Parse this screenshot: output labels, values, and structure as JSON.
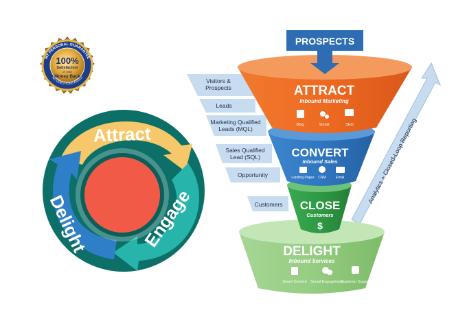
{
  "badge": {
    "arc_text": "MY PERSONAL GUARANTEE",
    "big": "100%",
    "line1": "Satisfaction",
    "line2": "or your",
    "line3": "Money Back",
    "bottom": "NO QUESTIONS ASKED",
    "colors": {
      "gold": "#c9901e",
      "navy": "#1d3f8a"
    }
  },
  "flywheel": {
    "attract": "Attract",
    "engage": "Engage",
    "delight": "Delight",
    "colors": {
      "attract": "#f6c86a",
      "engage": "#27b5ab",
      "delight": "#2e7fc7",
      "hub": "#f15a47",
      "ring": "#0c6f68"
    }
  },
  "funnel": {
    "prospects": "PROSPECTS",
    "attract": {
      "title": "ATTRACT",
      "sub": "Inbound Marketing",
      "icons": [
        "Blog",
        "Social",
        "SEO"
      ]
    },
    "convert": {
      "title": "CONVERT",
      "sub": "Inbound Sales",
      "icons": [
        "Landing Pages",
        "CRM",
        "Email"
      ]
    },
    "close": {
      "title": "CLOSE",
      "sub": "Customers",
      "symbol": "$"
    },
    "delight": {
      "title": "DELIGHT",
      "sub": "Inbound Services",
      "icons": [
        "Smart Content",
        "Social Engagement",
        "Customer Support"
      ]
    },
    "stages": [
      {
        "lines": [
          "Visitors &",
          "Prospects"
        ]
      },
      {
        "lines": [
          "Leads"
        ]
      },
      {
        "lines": [
          "Marketing Qualified",
          "Leads (MQL)"
        ]
      },
      {
        "lines": [
          "Sales Qualified",
          "Lead (SQL)"
        ]
      },
      {
        "lines": [
          "Opportunity"
        ]
      },
      {
        "lines": [
          "Customers"
        ]
      }
    ],
    "side_arrow": "Analytics + Closed-Loop Reporting",
    "colors": {
      "attract": "#ef6a23",
      "convert": "#2f76c0",
      "close": "#2e9a44",
      "delight": "#8fc97c",
      "prospects": "#2e6db4"
    }
  }
}
